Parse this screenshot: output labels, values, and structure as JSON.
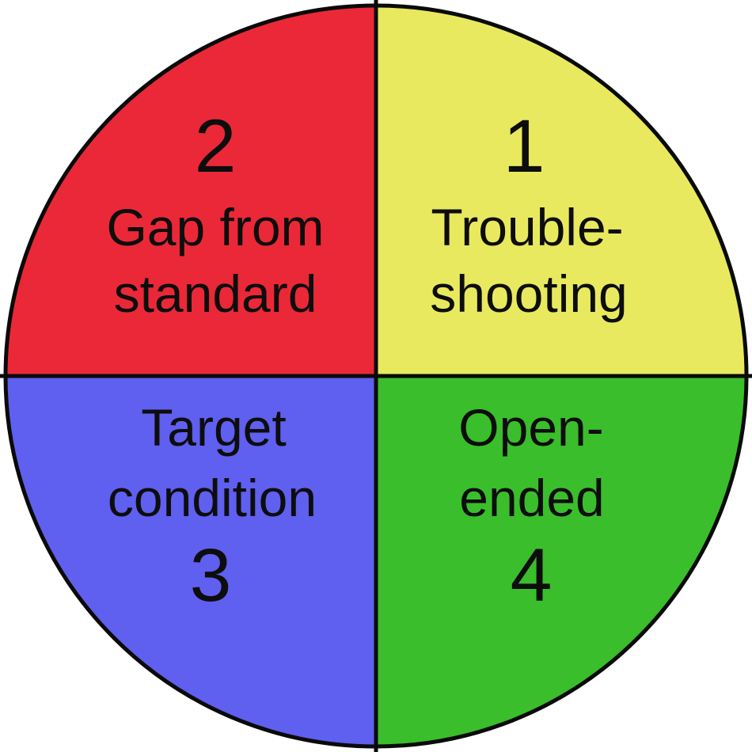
{
  "diagram": {
    "title": "Four-quadrant circle diagram",
    "background_color": "#ffffff",
    "stroke_color": "#0a0a0a",
    "text_color": "#0d0d0d",
    "quadrants": [
      {
        "number": "1",
        "position": "top-right",
        "color": "#e8e95e",
        "label_line1": "Trouble-",
        "label_line2": "shooting"
      },
      {
        "number": "2",
        "position": "top-left",
        "color": "#eb2837",
        "label_line1": "Gap from",
        "label_line2": "standard"
      },
      {
        "number": "3",
        "position": "bottom-left",
        "color": "#5f5ff0",
        "label_line1": "Target",
        "label_line2": "condition"
      },
      {
        "number": "4",
        "position": "bottom-right",
        "color": "#3abe2c",
        "label_line1": "Open-",
        "label_line2": "ended"
      }
    ]
  }
}
